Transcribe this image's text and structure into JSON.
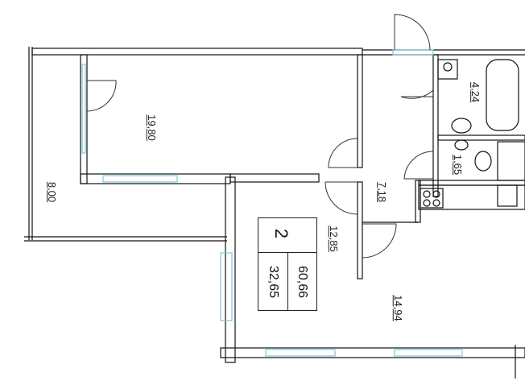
{
  "apartment": {
    "rooms_count": "2",
    "total_area": "60,66",
    "living_area": "32,65"
  },
  "rooms": [
    {
      "id": "loggia",
      "area": "8,00"
    },
    {
      "id": "living_room",
      "area": "19,80"
    },
    {
      "id": "bedroom",
      "area": "12,85"
    },
    {
      "id": "hallway",
      "area": "7,18"
    },
    {
      "id": "kitchen",
      "area": "14,94"
    },
    {
      "id": "bathroom",
      "area": "4,24"
    },
    {
      "id": "wc",
      "area": "1,65"
    }
  ],
  "colors": {
    "wall": "#111111",
    "window": "#7fc7d8",
    "door": "#333333"
  }
}
